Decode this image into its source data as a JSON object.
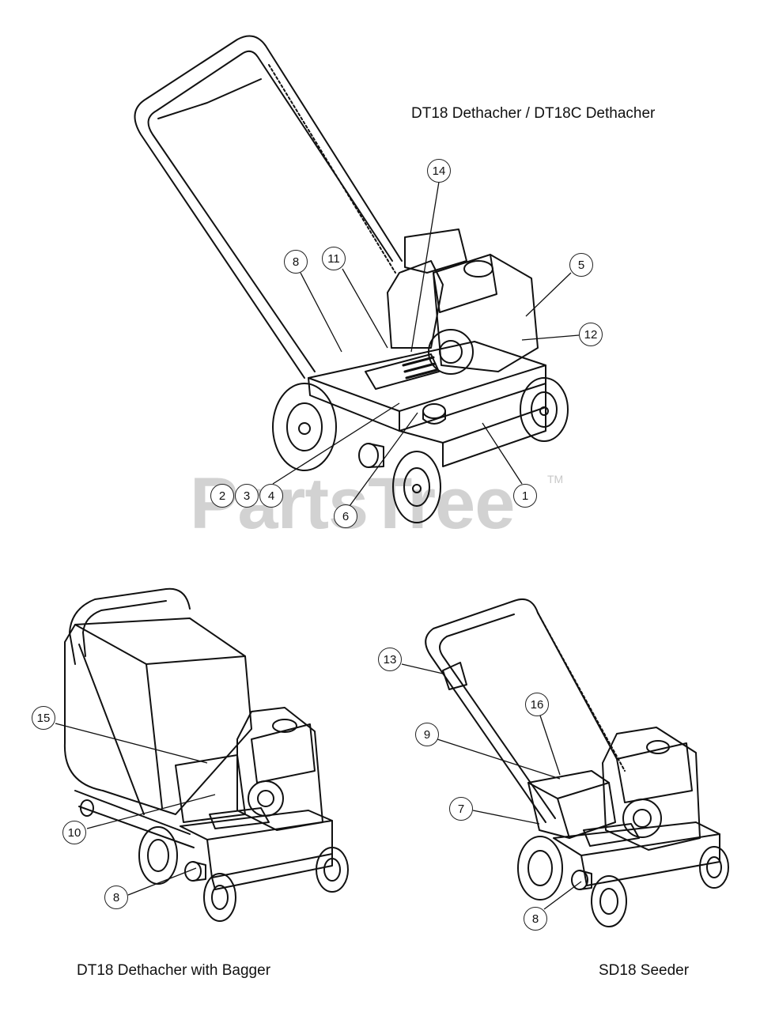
{
  "watermark": {
    "brand": "PartsTree",
    "trademark": "TM"
  },
  "captions": {
    "dt18_main": "DT18 Dethacher / DT18C Dethacher",
    "dt18_bagger": "DT18 Dethacher with Bagger",
    "sd18": "SD18 Seeder"
  },
  "callouts": {
    "main": [
      "14",
      "8",
      "11",
      "5",
      "12",
      "2",
      "3",
      "4",
      "6",
      "1"
    ],
    "bagger": [
      "15",
      "10",
      "8"
    ],
    "seeder": [
      "13",
      "16",
      "9",
      "7",
      "8"
    ]
  }
}
